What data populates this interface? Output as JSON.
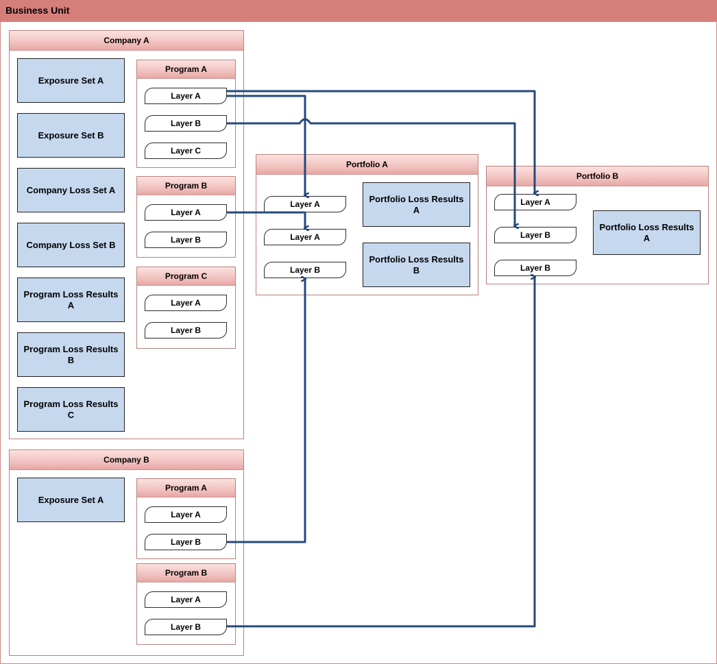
{
  "business_unit": {
    "title": "Business Unit"
  },
  "company_a": {
    "title": "Company A",
    "sets": [
      "Exposure Set A",
      "Exposure Set B",
      "Company Loss Set A",
      "Company Loss Set B",
      "Program Loss Results A",
      "Program Loss Results B",
      "Program Loss Results C"
    ],
    "program_a": {
      "title": "Program A",
      "layers": [
        "Layer A",
        "Layer B",
        "Layer C"
      ]
    },
    "program_b": {
      "title": "Program B",
      "layers": [
        "Layer A",
        "Layer B"
      ]
    },
    "program_c": {
      "title": "Program C",
      "layers": [
        "Layer A",
        "Layer B"
      ]
    }
  },
  "company_b": {
    "title": "Company B",
    "sets": [
      "Exposure Set A"
    ],
    "program_a": {
      "title": "Program A",
      "layers": [
        "Layer A",
        "Layer B"
      ]
    },
    "program_b": {
      "title": "Program B",
      "layers": [
        "Layer A",
        "Layer B"
      ]
    }
  },
  "portfolio_a": {
    "title": "Portfolio A",
    "layers": [
      "Layer A",
      "Layer A",
      "Layer B"
    ],
    "results": [
      "Portfolio Loss Results A",
      "Portfolio Loss Results B"
    ]
  },
  "portfolio_b": {
    "title": "Portfolio B",
    "layers": [
      "Layer A",
      "Layer B",
      "Layer B"
    ],
    "results": [
      "Portfolio Loss Results A"
    ]
  },
  "colors": {
    "connector": "#24497b",
    "header": "#d67f7a",
    "box_fill": "#c6d8ee"
  }
}
